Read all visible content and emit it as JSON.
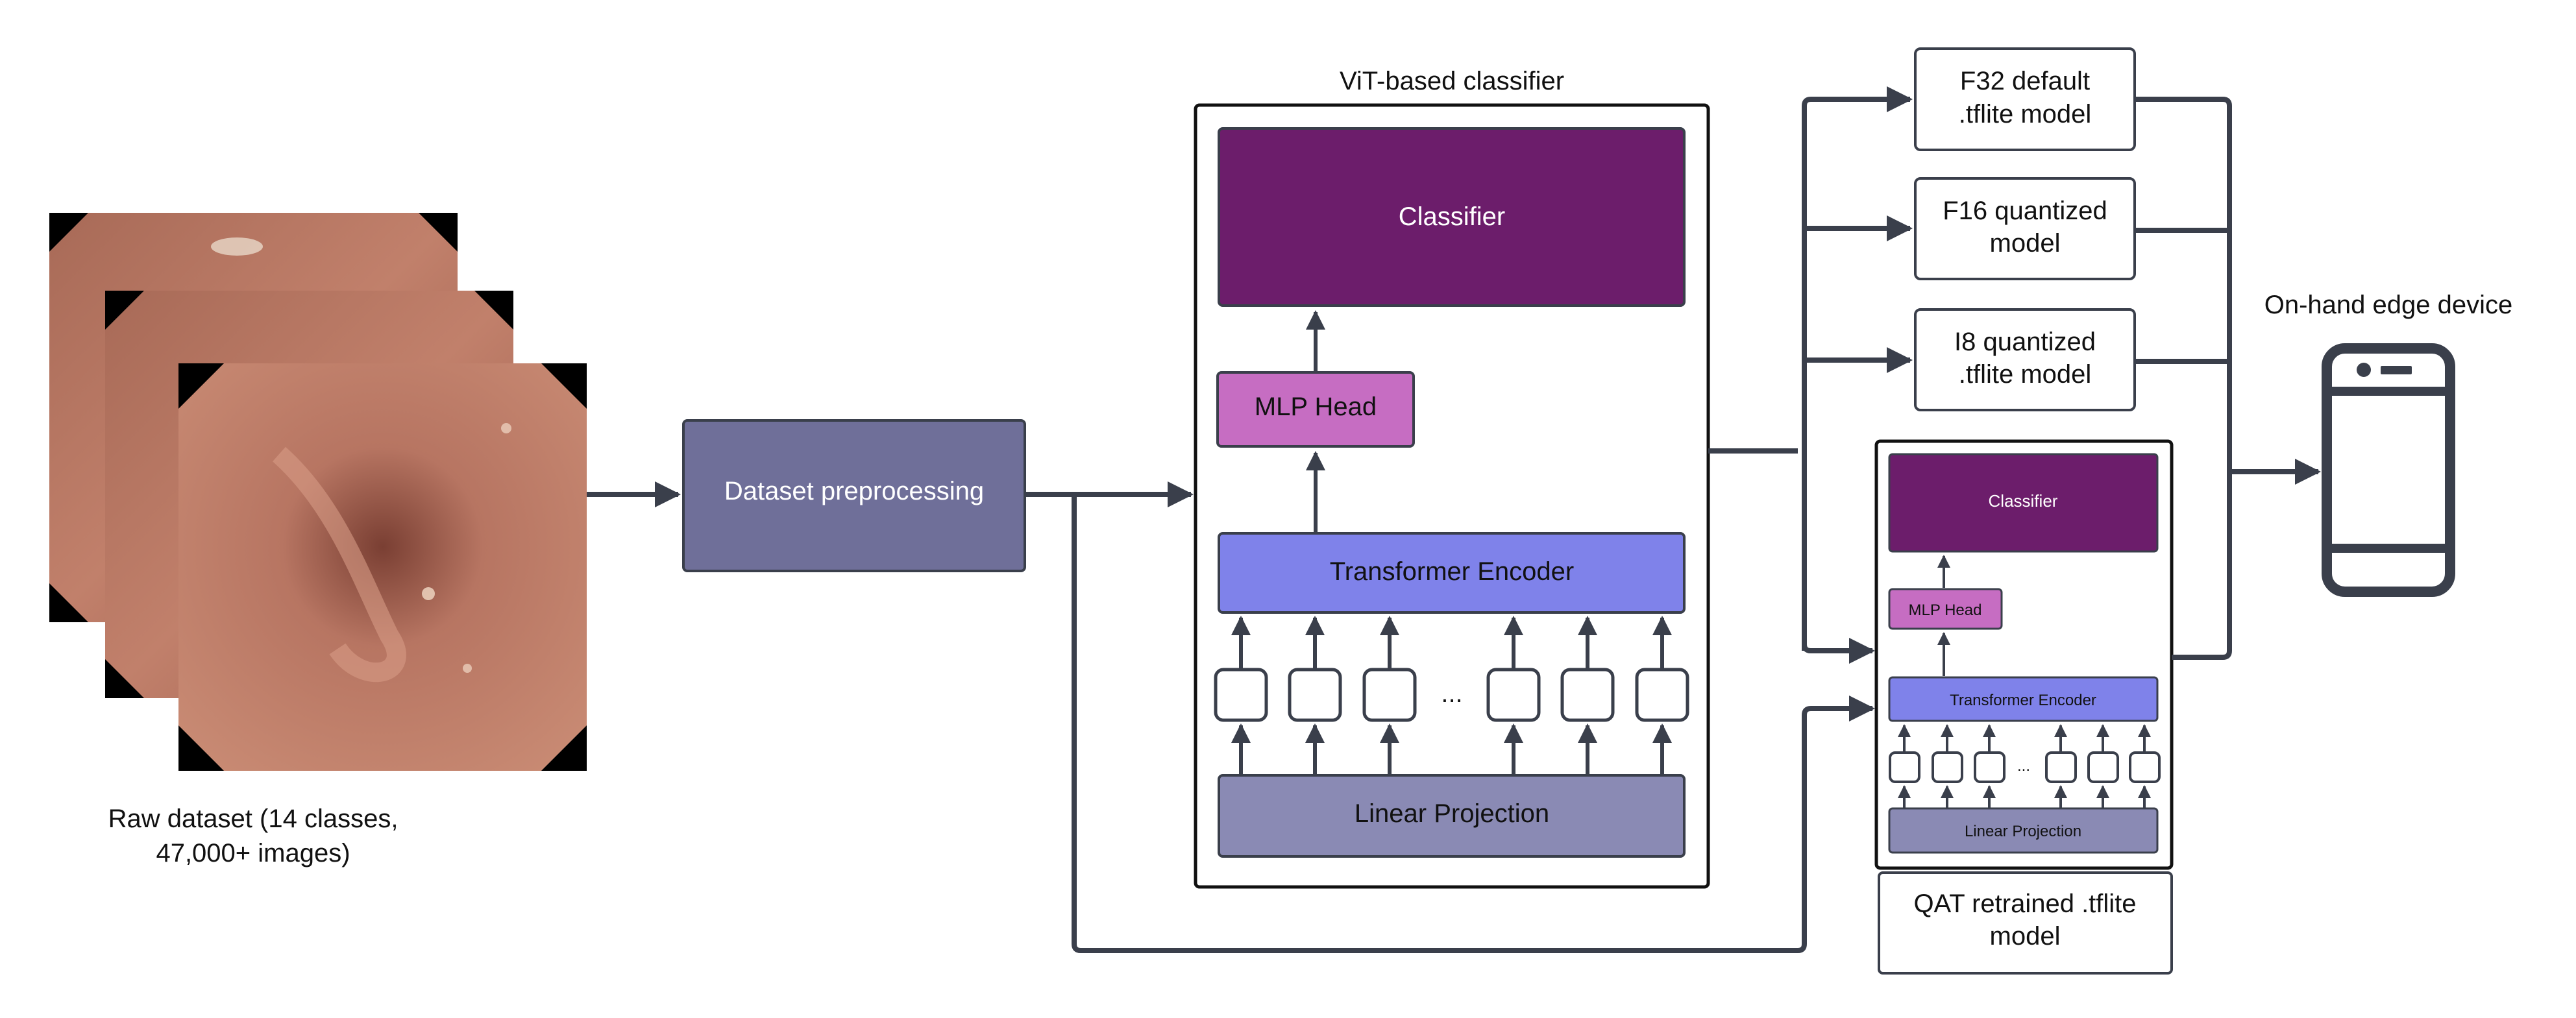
{
  "raw_dataset": {
    "caption_line1": "Raw dataset  (14 classes,",
    "caption_line2": "47,000+ images)"
  },
  "preprocessing": {
    "label": "Dataset preprocessing"
  },
  "vit": {
    "title": "ViT-based classifier",
    "classifier": "Classifier",
    "mlp_head": "MLP Head",
    "encoder": "Transformer Encoder",
    "projection": "Linear Projection",
    "ellipsis": "..."
  },
  "models": {
    "f32_line1": "F32 default",
    "f32_line2": ".tflite model",
    "f16_line1": "F16 quantized",
    "f16_line2": "model",
    "i8_line1": "I8 quantized",
    "i8_line2": ".tflite model"
  },
  "qat": {
    "classifier": "Classifier",
    "mlp_head": "MLP Head",
    "encoder": "Transformer Encoder",
    "projection": "Linear Projection",
    "ellipsis": "...",
    "label_line1": "QAT retrained .tflite",
    "label_line2": "model"
  },
  "device": {
    "label": "On-hand edge device"
  },
  "colors": {
    "line": "#3a3f4b",
    "preprocessing": "#6f6f99",
    "classifier": "#6c1d6b",
    "mlp_head": "#c66dc2",
    "encoder": "#7f82ea",
    "projection": "#8a8ab4"
  }
}
